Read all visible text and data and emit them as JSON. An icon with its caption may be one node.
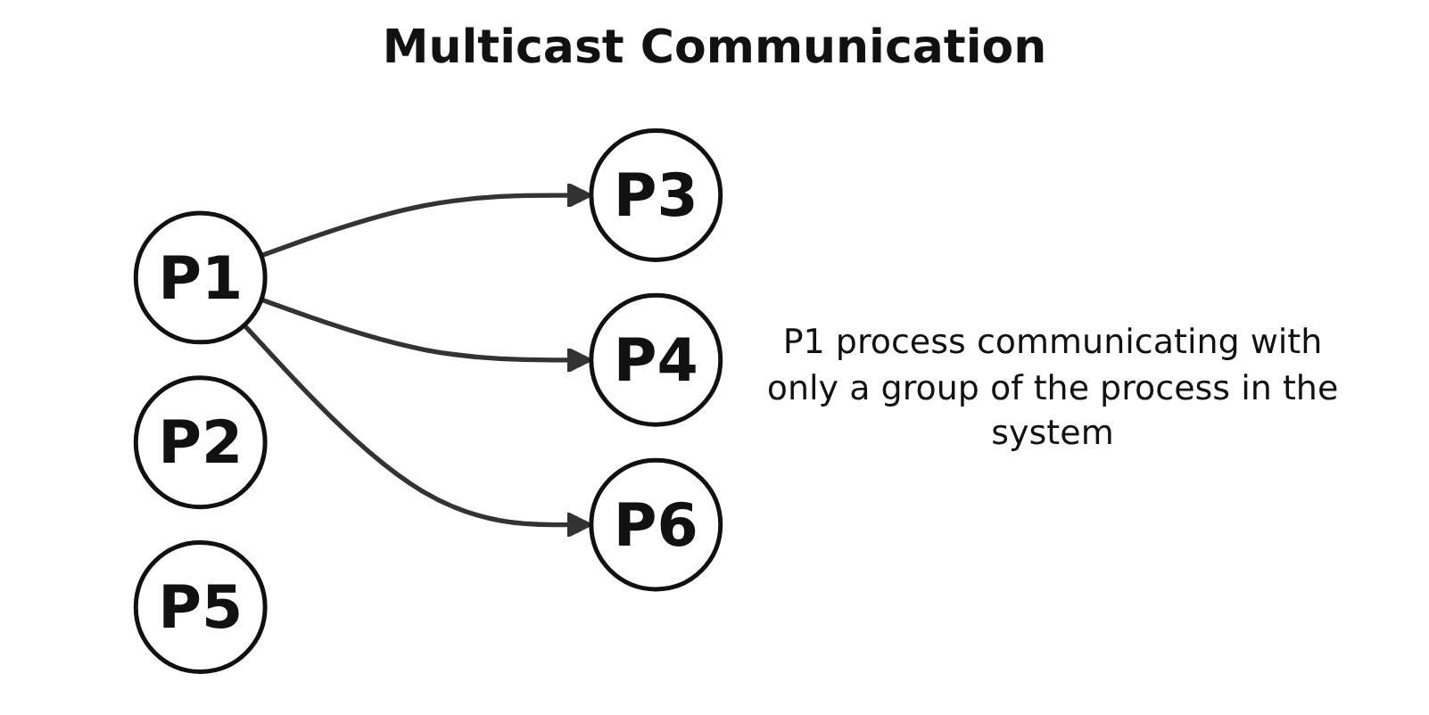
{
  "diagram": {
    "title": "Multicast Communication",
    "nodes": [
      {
        "text": [
          "P1"
        ]
      },
      {
        "text": [
          "P2"
        ]
      },
      {
        "text": [
          "P3"
        ]
      },
      {
        "text": [
          "P4"
        ]
      },
      {
        "text": [
          "P5"
        ]
      },
      {
        "text": [
          "P6"
        ]
      }
    ],
    "edges": [
      {
        "from": 0,
        "to": 2,
        "arrow": "to"
      },
      {
        "from": 0,
        "to": 3,
        "arrow": "to"
      },
      {
        "from": 0,
        "to": 5,
        "arrow": "to"
      }
    ],
    "labels": [
      "P1 process communicating with only a group of the process in the system"
    ]
  }
}
